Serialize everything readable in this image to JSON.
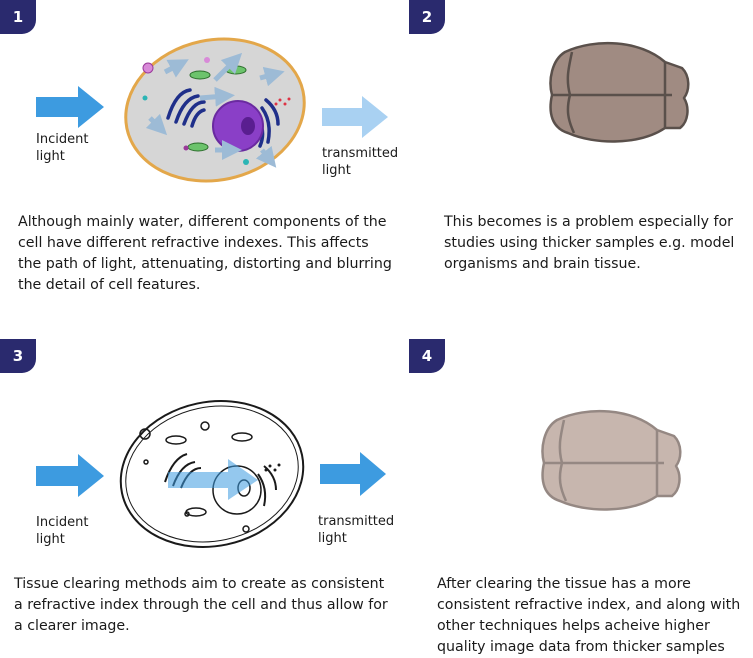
{
  "panels": [
    {
      "number": "1",
      "incident_label_1": "Incident",
      "incident_label_2": "light",
      "transmitted_label_1": "transmitted",
      "transmitted_label_2": "light",
      "caption_lines": [
        "Although mainly water, different components of the",
        "cell have different refractive indexes. This affects",
        "the path of light, attenuating, distorting and blurring",
        "the detail of cell features."
      ]
    },
    {
      "number": "2",
      "caption_lines": [
        "This becomes is a problem especially for",
        "studies using thicker samples e.g. model",
        "organisms and brain tissue."
      ]
    },
    {
      "number": "3",
      "incident_label_1": "Incident",
      "incident_label_2": "light",
      "transmitted_label_1": "transmitted",
      "transmitted_label_2": "light",
      "caption_lines": [
        "Tissue clearing methods aim to create as consistent",
        "a refractive index through the cell and thus allow for",
        "a clearer image."
      ]
    },
    {
      "number": "4",
      "caption_lines": [
        "After clearing the tissue has a more",
        "consistent refractive index, and along with",
        "other techniques helps acheive higher",
        "quality image data from thicker samples"
      ]
    }
  ],
  "colors": {
    "badge": "#2a2a6e",
    "arrow": "#3d9be0",
    "arrow_faded": "#a9d1f2",
    "cell_fill": "#d9d9d9",
    "cell_border": "#e3a74a",
    "nucleus": "#8a3fc7",
    "golgi": "#1f2f8a",
    "brain_opaque": "#a08b82",
    "brain_clear": "#c7b6ae"
  }
}
